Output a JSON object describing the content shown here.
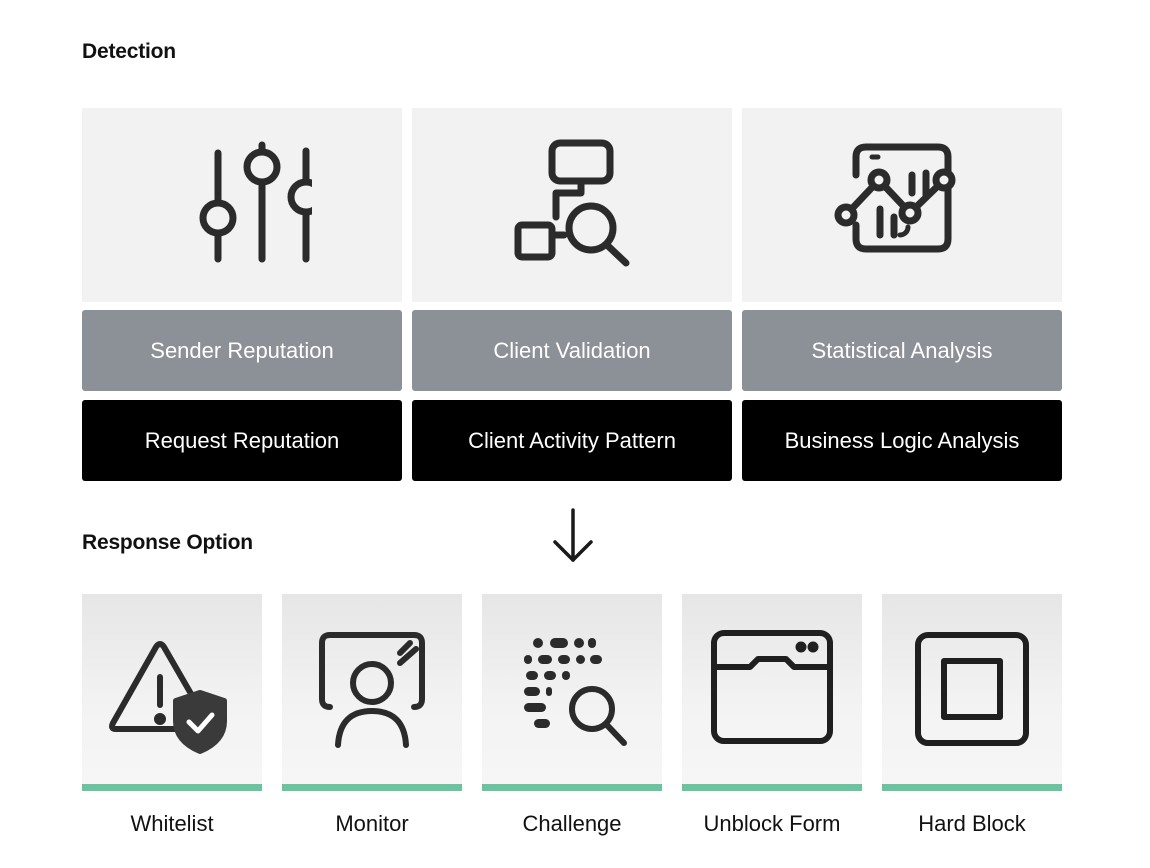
{
  "detection": {
    "title": "Detection",
    "columns": [
      {
        "icon": "sliders-icon",
        "primary": "Sender Reputation",
        "secondary": "Request Reputation"
      },
      {
        "icon": "flow-search-icon",
        "primary": "Client Validation",
        "secondary": "Client Activity Pattern"
      },
      {
        "icon": "analytics-chart-icon",
        "primary": "Statistical Analysis",
        "secondary": "Business Logic Analysis"
      }
    ]
  },
  "response": {
    "title": "Response Option",
    "accent_color": "#6cc3a0",
    "options": [
      {
        "icon": "warning-shield-icon",
        "label": "Whitelist"
      },
      {
        "icon": "monitor-user-icon",
        "label": "Monitor"
      },
      {
        "icon": "data-search-icon",
        "label": "Challenge"
      },
      {
        "icon": "browser-window-icon",
        "label": "Unblock Form"
      },
      {
        "icon": "stop-square-icon",
        "label": "Hard Block"
      }
    ]
  },
  "arrow_icon": "arrow-down-icon"
}
